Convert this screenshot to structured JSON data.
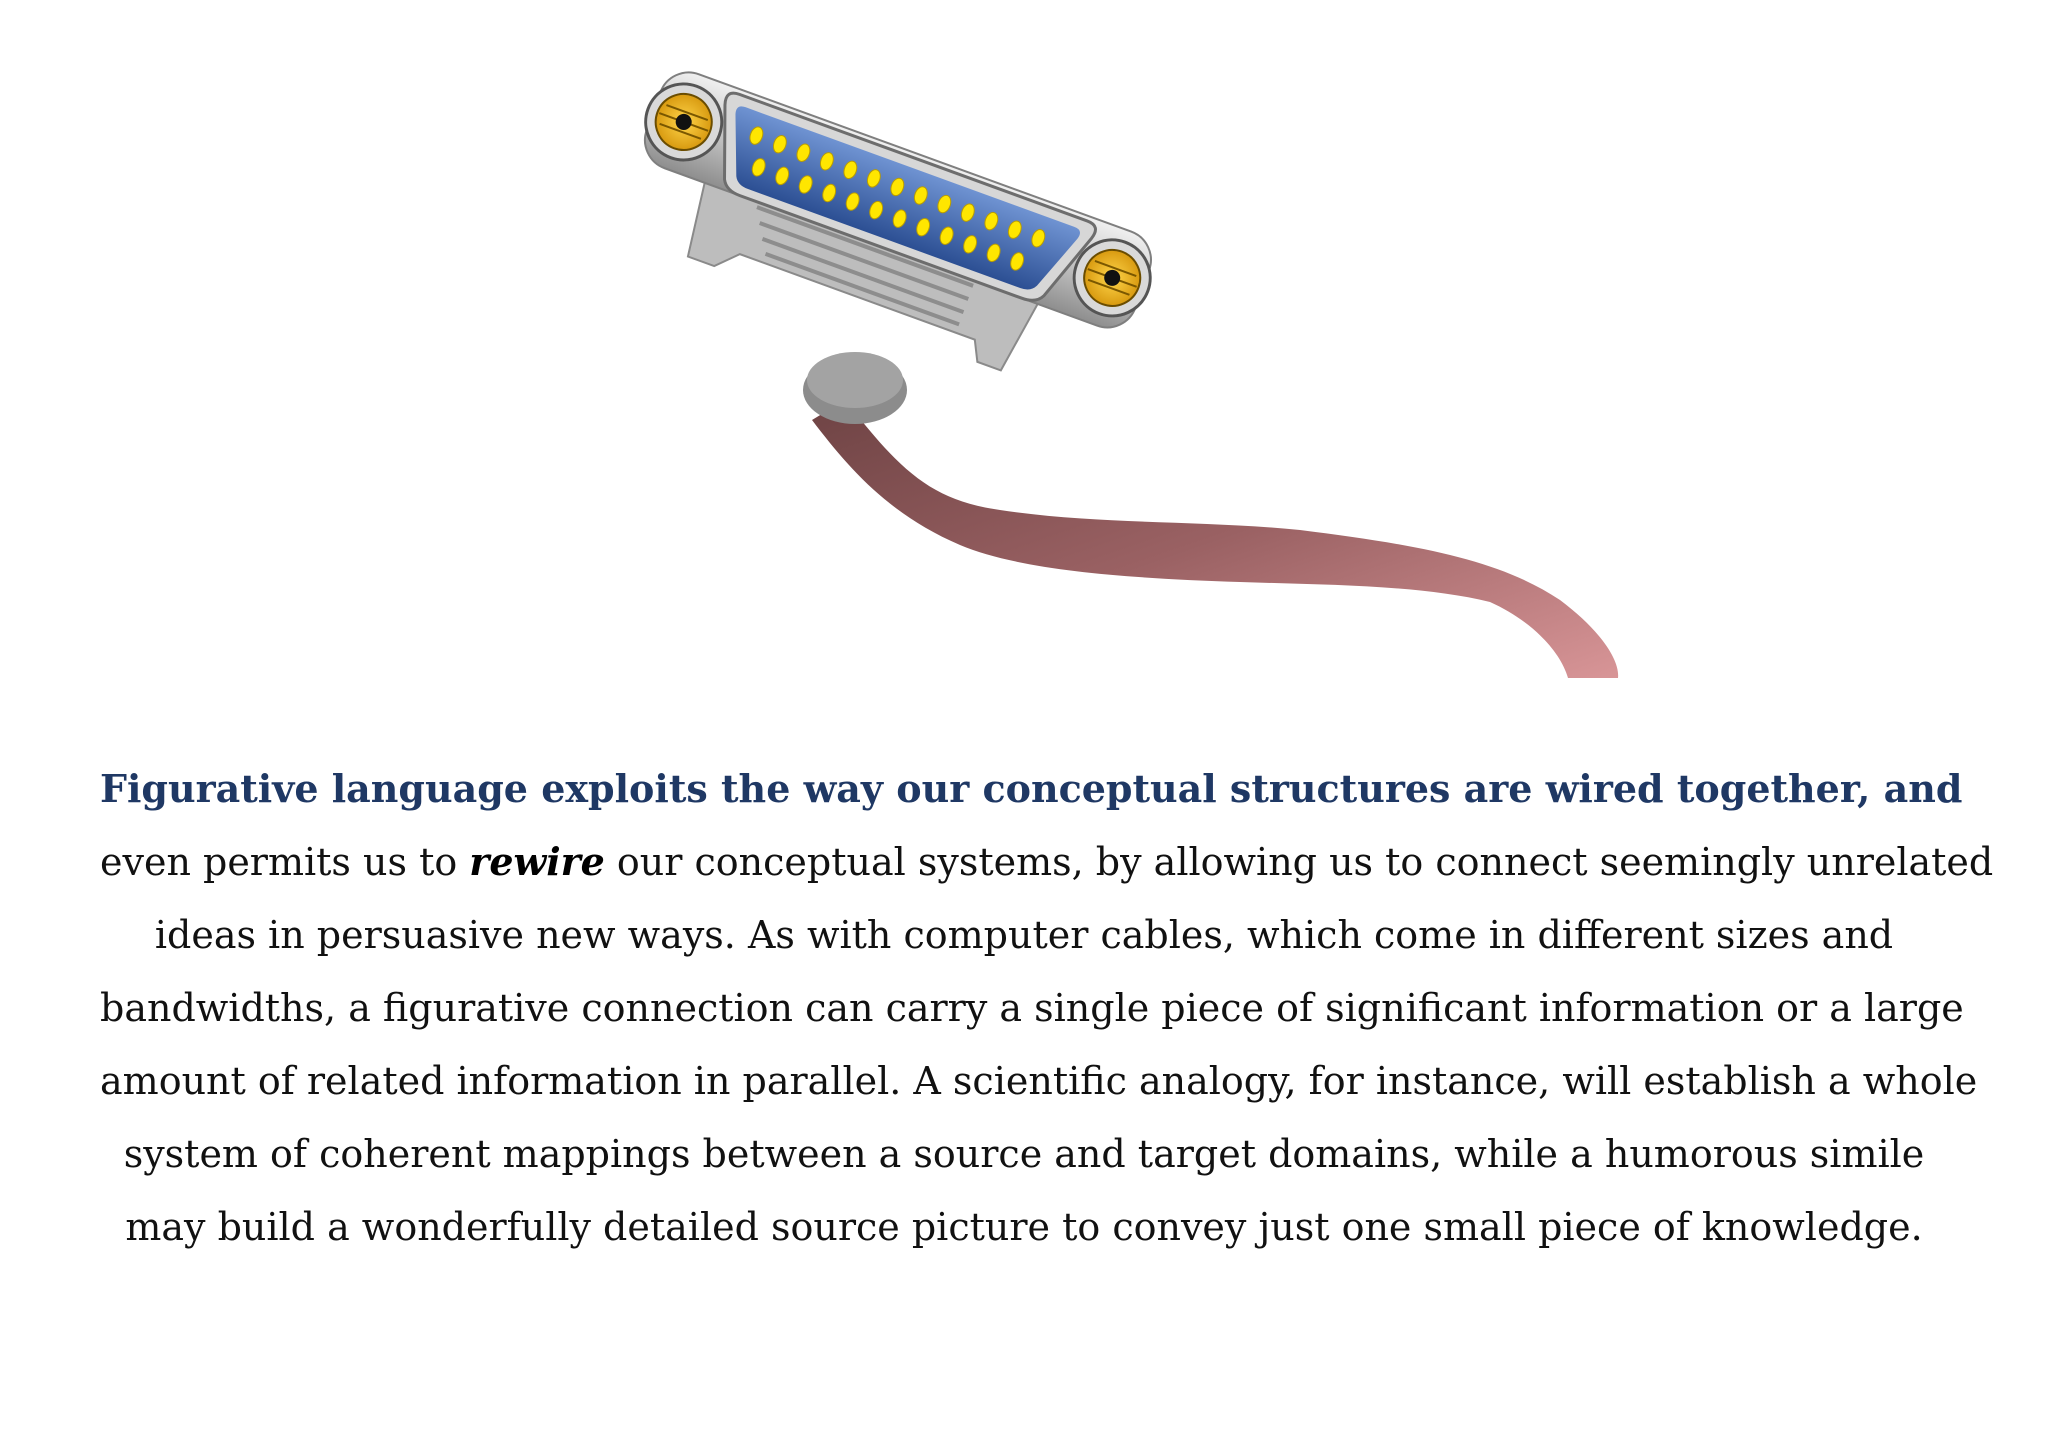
{
  "illustration": {
    "icon": "serial-connector-cable-icon",
    "colors": {
      "shell": "#c9c9c9",
      "pin_block": "#3e64ac",
      "pins": "#ffe600",
      "screws": "#f2b81f",
      "cable": "#a3686b"
    }
  },
  "passage": {
    "line1_lead": "Figurative language exploits the way our conceptual structures are wired together, and",
    "line2_pre": "even permits us to ",
    "line2_emph": "rewire",
    "line2_post": " our conceptual systems, by allowing us to connect seemingly unrelated",
    "line3": "ideas in persuasive new ways. As with computer cables, which come in different sizes and",
    "line4": "bandwidths, a figurative connection can carry a single piece of significant information or a large",
    "line5": "amount of related information in parallel. A scientific analogy, for instance, will establish a whole",
    "line6": "system of coherent mappings between a source and target domains, while a humorous simile",
    "line7": "may build a wonderfully detailed source picture to convey just one small piece of knowledge."
  },
  "colors": {
    "lead_text": "#1f3864",
    "body_text": "#111111"
  }
}
